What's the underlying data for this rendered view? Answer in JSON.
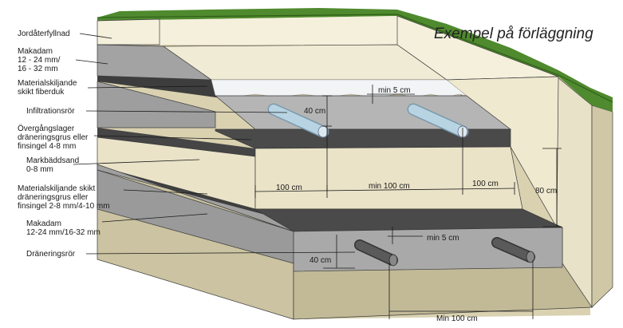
{
  "title": "Exempel på förläggning",
  "labels": {
    "l1": "Jordåterfyllnad",
    "l2a": "Makadam",
    "l2b": "12 - 24 mm/",
    "l2c": "16 - 32 mm",
    "l3a": "Materialskiljande",
    "l3b": "skikt fiberduk",
    "l4": "Infiltrationsrör",
    "l5a": "Övergångslager",
    "l5b": "dräneringsgrus eller",
    "l5c": "finsingel 4-8 mm",
    "l6a": "Markbäddsand",
    "l6b": "0-8 mm",
    "l7a": "Materialskiljande skikt",
    "l7b": "dräneringsgrus eller",
    "l7c": "finsingel 2-8 mm/4-10 mm",
    "l8a": "Makadam",
    "l8b": "12-24 mm/16-32 mm",
    "l9": "Dräneringsrör"
  },
  "dims": {
    "top_min5": "min 5 cm",
    "top_40": "40 cm",
    "w100a": "100 cm",
    "wmin100": "min 100 cm",
    "w100b": "100 cm",
    "h80": "80 cm",
    "bot_min5": "min 5 cm",
    "bot_40": "40 cm",
    "bot_min100": "Min 100 cm"
  },
  "colors": {
    "grass": "#4f8a2e",
    "backfill": "#f4f0dc",
    "gravel": "#9b9b9b",
    "sand": "#eae3c8",
    "dark_layer": "#4a4a4a",
    "fabric": "#f2f4f6",
    "pipe_light": "#b8d4e3",
    "pipe_dark": "#555555",
    "earth": "#cfc7a6"
  }
}
